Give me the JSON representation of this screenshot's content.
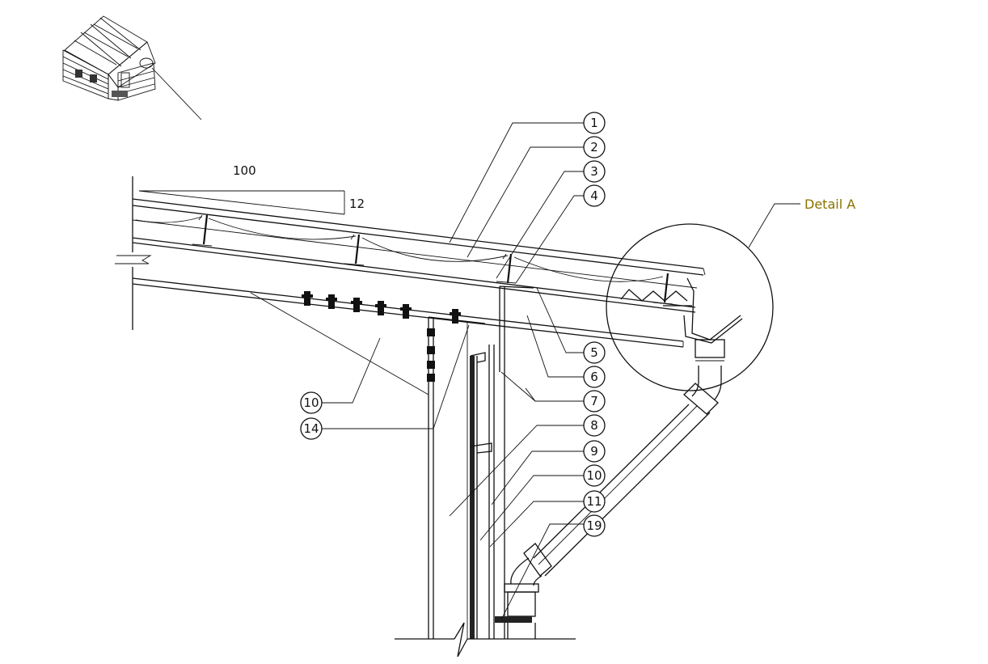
{
  "slope": {
    "run": "100",
    "rise": "12"
  },
  "detail": {
    "label": "Detail A"
  },
  "callouts": {
    "c1": "1",
    "c2": "2",
    "c3": "3",
    "c4": "4",
    "c5": "5",
    "c6": "6",
    "c7": "7",
    "c8": "8",
    "c9": "9",
    "c10r": "10",
    "c11": "11",
    "c19": "19",
    "c10l": "10",
    "c14": "14"
  }
}
